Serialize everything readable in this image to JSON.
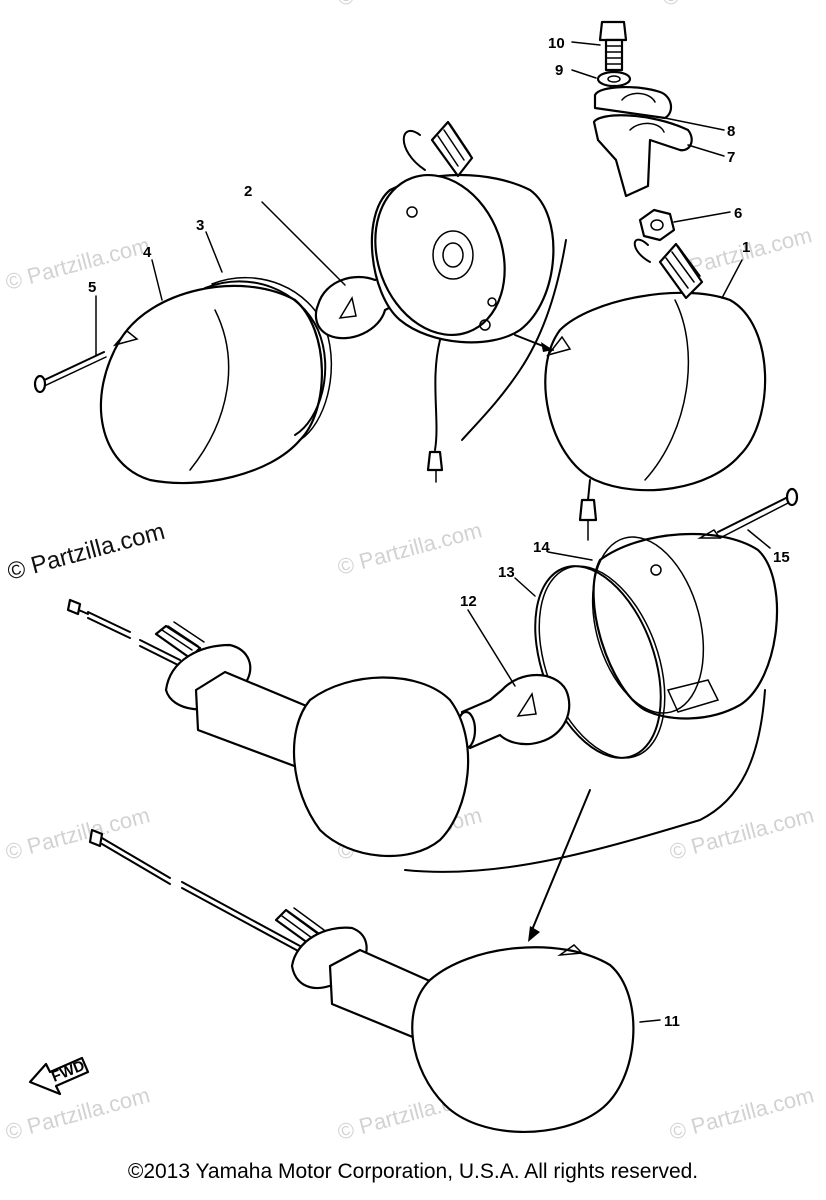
{
  "diagram": {
    "watermarks": [
      {
        "id": "wm1",
        "text": "© Partzilla.com"
      },
      {
        "id": "wm2",
        "text": "© Partzilla.com"
      },
      {
        "id": "wm3",
        "text": "© Partzilla.com"
      },
      {
        "id": "wm4",
        "text": "© Partzilla.com"
      },
      {
        "id": "wm5",
        "text": "© Partzilla.com"
      },
      {
        "id": "wm6",
        "text": "© Partzilla.com"
      },
      {
        "id": "wm7",
        "text": "© Partzilla.com"
      },
      {
        "id": "wm8",
        "text": "© Partzilla.com"
      },
      {
        "id": "wm9",
        "text": "© Partzilla.com"
      },
      {
        "id": "wm10",
        "text": "© Partzilla.com"
      },
      {
        "id": "wm11",
        "text": "© Partzilla.com"
      }
    ],
    "strong_watermark": "© Partzilla.com",
    "callouts": [
      "1",
      "2",
      "3",
      "4",
      "5",
      "6",
      "7",
      "8",
      "9",
      "10",
      "11",
      "12",
      "13",
      "14",
      "15"
    ],
    "fwd_label": "FWD"
  },
  "footer": {
    "copyright": "©2013  Yamaha Motor Corporation, U.S.A. All rights reserved."
  }
}
